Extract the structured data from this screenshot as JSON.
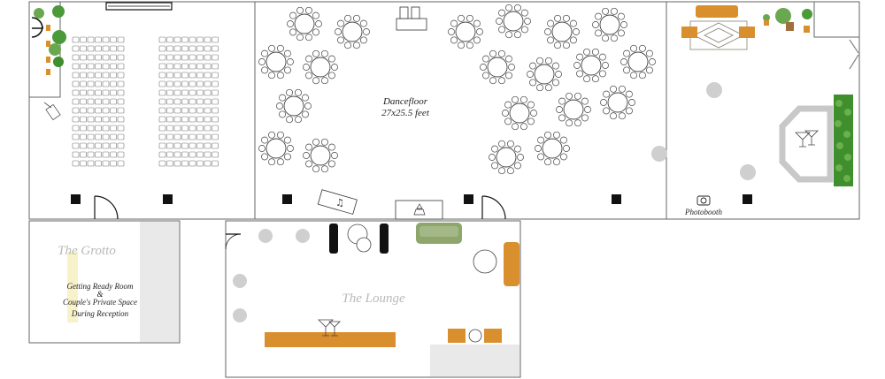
{
  "rooms": {
    "dancefloor": {
      "title": "Dancefloor",
      "size": "27x25.5 feet"
    },
    "grotto": {
      "title": "The Grotto",
      "line1": "Getting Ready Room",
      "line2": "&",
      "line3": "Couple's Private Space",
      "line4": "During Reception"
    },
    "lounge": {
      "title": "The Lounge"
    },
    "photobooth": {
      "label": "Photobooth"
    }
  },
  "colors": {
    "wall": "#666666",
    "table_stroke": "#444444",
    "pillar": "#cfcfcf",
    "column": "#111111",
    "bar": "#d98f2e",
    "sofa_green": "#8ea66b",
    "sofa_orange": "#d98f2e",
    "plant_green": "#4a9a3a",
    "hedge_green": "#3f8f2e",
    "floor_shade": "#e9e9e9",
    "rug": "#8a7f72"
  }
}
